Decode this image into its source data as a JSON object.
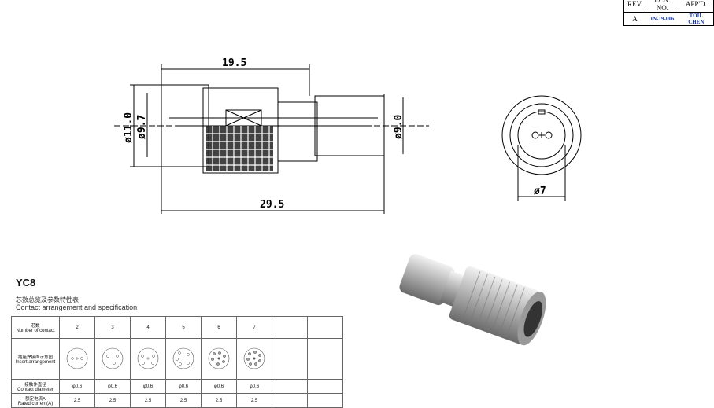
{
  "revision_table": {
    "headers": [
      "REV.",
      "ECN. NO.",
      "APP'D."
    ],
    "row": [
      "A",
      "IN-19-006",
      "TOIL CHEN"
    ]
  },
  "drawing": {
    "dims": {
      "length_top": "19.5",
      "length_total": "29.5",
      "dia_outer": "ø11.0",
      "dia_inner": "ø9.7",
      "dia_rear": "ø9.0",
      "dia_face": "ø7"
    }
  },
  "product": {
    "model": "YC8",
    "subtitle_zh": "芯数总览及参数特性表",
    "subtitle_en": "Contact arrangement and specification"
  },
  "spec_table": {
    "rows": [
      {
        "label_zh": "芯数",
        "label_en": "Number of contact",
        "values": [
          "2",
          "3",
          "4",
          "5",
          "6",
          "7",
          "",
          ""
        ]
      },
      {
        "label_zh": "插座焊接面示意图",
        "label_en": "Insert arrangement",
        "values": [
          "",
          "",
          "",
          "",
          "",
          "",
          "",
          ""
        ]
      },
      {
        "label_zh": "接触件直径",
        "label_en": "Contact diameter",
        "values": [
          "φ0.6",
          "φ0.6",
          "φ0.6",
          "φ0.6",
          "φ0.6",
          "φ0.6",
          "",
          ""
        ]
      },
      {
        "label_zh": "额定电流A",
        "label_en": "Rated current(A)",
        "values": [
          "2.5",
          "2.5",
          "2.5",
          "2.5",
          "2.5",
          "2.5",
          "",
          ""
        ]
      }
    ]
  }
}
